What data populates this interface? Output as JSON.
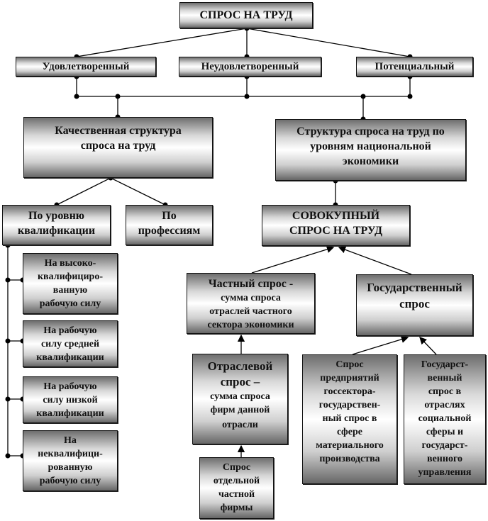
{
  "title": "СПРОС НА ТРУД",
  "types": [
    "Удовлетворенный",
    "Неудовлетворенный",
    "Потенциальный"
  ],
  "quality": [
    "Качественная структура",
    "спроса на труд"
  ],
  "levels": [
    "Структура спроса на труд по",
    "уровням национальной",
    "экономики"
  ],
  "by_qualification": [
    "По уровню",
    "квалификации"
  ],
  "by_profession": [
    "По",
    "профессиям"
  ],
  "aggregate": [
    "СОВОКУПНЫЙ",
    "СПРОС НА ТРУД"
  ],
  "qual_items": [
    [
      "На высоко-",
      "квалифициро-",
      "ванную",
      "рабочую силу"
    ],
    [
      "На рабочую",
      "силу средней",
      "квалификации"
    ],
    [
      "На рабочую",
      "силу низкой",
      "квалификации"
    ],
    [
      "На",
      "неквалифици-",
      "рованную",
      "рабочую силу"
    ]
  ],
  "private": {
    "head": "Частный спрос -",
    "lines": [
      "сумма спроса",
      "отраслей частного",
      "сектора экономики"
    ]
  },
  "state": [
    "Государственный",
    "спрос"
  ],
  "sector": {
    "head": [
      "Отраслевой",
      "спрос –"
    ],
    "lines": [
      "сумма спроса",
      "фирм данной",
      "отрасли"
    ]
  },
  "firm": [
    "Спрос",
    "отдельной",
    "частной",
    "фирмы"
  ],
  "state_enterprises": [
    "Спрос",
    "предприятий",
    "госсектора-",
    "государствен-",
    "ный спрос в",
    "сфере",
    "материального",
    "производства"
  ],
  "state_social": [
    "Государст-",
    "венный",
    "спрос в",
    "отраслях",
    "социальной",
    "сферы и",
    "государст-",
    "венного",
    "управления"
  ]
}
